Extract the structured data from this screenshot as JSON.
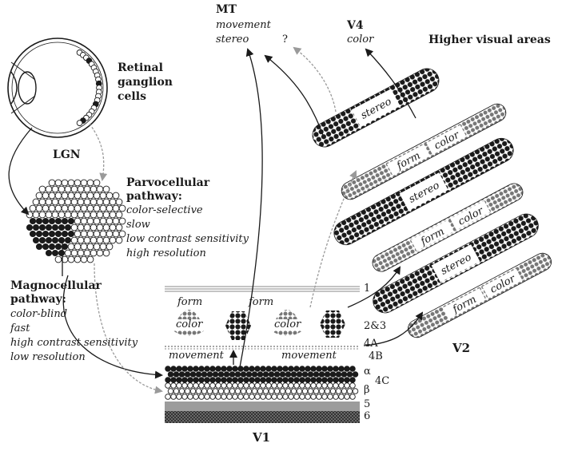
{
  "labels": {
    "mt_title": "MT",
    "mt_movement": "movement",
    "mt_stereo": "stereo",
    "question": "?",
    "v4_title": "V4",
    "v4_color": "color",
    "higher": "Higher visual areas",
    "rgc_line1": "Retinal",
    "rgc_line2": "ganglion",
    "rgc_line3": "cells",
    "lgn": "LGN",
    "parvo_title1": "Parvocellular",
    "parvo_title2": "pathway:",
    "parvo_items": [
      "color-selective",
      "slow",
      "low contrast sensitivity",
      "high resolution"
    ],
    "magno_title1": "Magnocellular",
    "magno_title2": "pathway:",
    "magno_items": [
      "color-blind",
      "fast",
      "high contrast sensitivity",
      "low resolution"
    ],
    "v1": "V1",
    "v2": "V2",
    "form": "form",
    "color": "color",
    "movement": "movement",
    "stereo": "stereo",
    "layers": {
      "l1": "1",
      "l23": "2&3",
      "l4a": "4A",
      "l4b": "4B",
      "alpha": "α",
      "l4c": "4C",
      "beta": "β",
      "l5": "5",
      "l6": "6"
    }
  },
  "colors": {
    "ink": "#1a1a1a",
    "gray_arrow": "#9a9a9a",
    "layer5": "#9c9c9c",
    "layer6": "#5c5c5c"
  }
}
